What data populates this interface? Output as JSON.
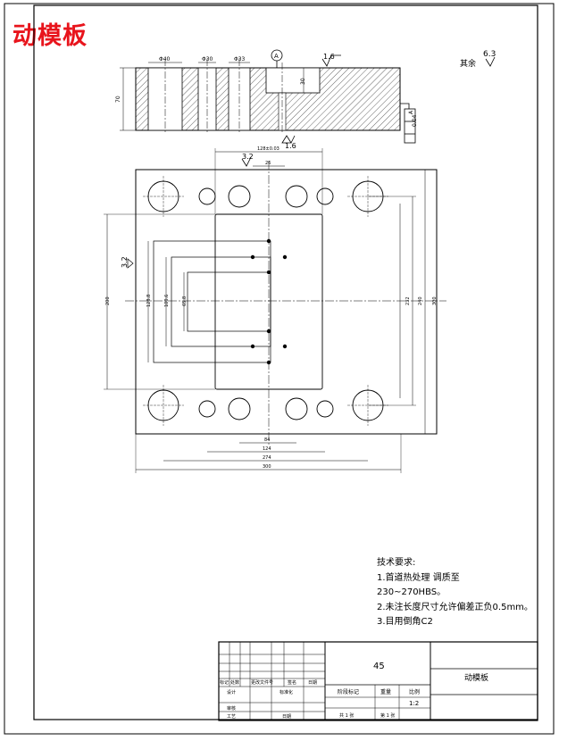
{
  "part_title": "动模板",
  "roughness": {
    "rest_label": "其余",
    "rest_value": "6.3",
    "top_face": "1.6",
    "bottom_face": "1.6",
    "plan_top": "3.2",
    "plan_left": "3.2"
  },
  "datum": "A",
  "tolerance_frame": {
    "value": "0.04",
    "datum": "A"
  },
  "section_dims": {
    "d1": "Φ40",
    "d2": "Φ30",
    "d3": "Φ33",
    "thickness": "70",
    "pocket_depth": "30"
  },
  "plan_dims": {
    "top_pocket": "128±0.03",
    "top_small": "26",
    "left_outer": "200",
    "left_inner1": "128.8",
    "left_inner2": "100.6",
    "left_inner3": "65.8",
    "right_inner": "232",
    "right_mid": "240",
    "right_outer": "300",
    "bottom_1": "84",
    "bottom_2": "124",
    "bottom_3": "274",
    "bottom_4": "300"
  },
  "tech_requirements": {
    "heading": "技术要求:",
    "item1": "1.首道热处理 调质至",
    "item1b": "230~270HBS。",
    "item2": "2.未注长度尺寸允许偏差正负0.5mm。",
    "item3": "3.目用倒角C2"
  },
  "title_block": {
    "material": "45",
    "drawing_name": "动模板",
    "col_mark": "标记",
    "col_count": "处数",
    "col_zone": "更改文件号",
    "col_sign": "签名",
    "col_date": "日期",
    "designer": "设计",
    "standardize": "标准化",
    "stage_mark": "阶段标记",
    "weight": "重量",
    "scale": "比例",
    "scale_value": "1:2",
    "review": "审核",
    "process": "工艺",
    "date": "日期",
    "sheets_total": "共 1 张",
    "sheet_no": "第 1 张"
  }
}
